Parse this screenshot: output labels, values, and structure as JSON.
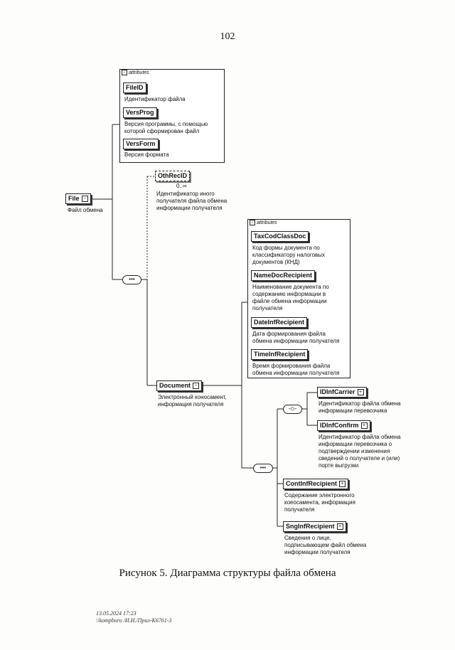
{
  "page_number": "102",
  "caption": "Рисунок 5. Диаграмма структуры файла обмена",
  "footer": {
    "line1": "13.05.2024 17:23",
    "line2": "\\\\kompburo /И.И./Прил-К6761-3"
  },
  "root": {
    "label": "File",
    "desc": "Файл обмена"
  },
  "file_attributes": {
    "header": "attributes",
    "items": [
      {
        "label": "FileID",
        "desc": "Идентификатор файла"
      },
      {
        "label": "VersProg",
        "desc": "Версия программы, с помощью\nкоторой сформирован файл"
      },
      {
        "label": "VersForm",
        "desc": "Версия формата"
      }
    ]
  },
  "oth_rec": {
    "label": "OthRecID",
    "multiplicity": "0..∞",
    "desc": "Идентификатор иного\nполучателя файла обмена\nинформации получателя"
  },
  "document": {
    "label": "Document",
    "desc": "Электронный коносамент,\nинформация получателя"
  },
  "document_attributes": {
    "header": "attributes",
    "items": [
      {
        "label": "TaxCodClassDoc",
        "desc": "Код формы документа по\nклассификатору налоговых\nдокументов (КНД)"
      },
      {
        "label": "NameDocRecipient",
        "desc": "Наименование документа по\nсодержанию информации в\nфайле обмена информации\nполучателя"
      },
      {
        "label": "DateInfRecipient",
        "desc": "Дата формирования файла\nобмена информации получателя"
      },
      {
        "label": "TimeInfRecipient",
        "desc": "Время формирования файла\nобмена информации получателя"
      }
    ]
  },
  "choice_items": [
    {
      "label": "IDInfCarrier",
      "desc": "Идентификатор файла обмена\nинформации перевозчика"
    },
    {
      "label": "IDInfConfirm",
      "desc": "Идентификатор файла обмена\nинформации перевозчика о\nподтверждении изменения\nсведений о получателе и (или)\nпорте выгрузки"
    }
  ],
  "seq_items": [
    {
      "label": "ContInfRecipient",
      "desc": "Содержание электронного\nкоеосамента, информация\nполучателя"
    },
    {
      "label": "SngInfRecipient",
      "desc": "Сведения о лице,\nподписывающем файл обмена\nинформации получателя"
    }
  ]
}
